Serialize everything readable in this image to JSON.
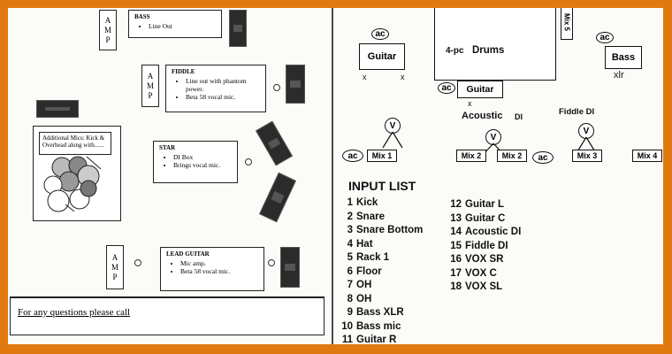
{
  "stage_plot": {
    "amp_letters": [
      "A",
      "M",
      "P"
    ],
    "bass": {
      "title": "BASS",
      "items": [
        "Line Out"
      ]
    },
    "fiddle": {
      "title": "FIDDLE",
      "items": [
        "Line out with phantom power.",
        "Beta 58 vocal mic."
      ]
    },
    "star": {
      "title": "STAR",
      "items": [
        "DI Box",
        "Brings vocal mic."
      ]
    },
    "lead_guitar": {
      "title": "LEAD GUITAR",
      "items": [
        "Mic amp.",
        "Beta 58 vocal mic."
      ]
    },
    "drums_note": "Additional Mics: Kick & Overhead along with......",
    "footer": "For any questions please call"
  },
  "input_plot": {
    "mix5": "Mix 5",
    "ac": "ac",
    "guitar_left": "Guitar",
    "drums": {
      "size": "4-pc",
      "label": "Drums"
    },
    "bass": "Bass",
    "xlr": "xlr",
    "x_mark": "x",
    "guitar_center": "Guitar",
    "acoustic_di": "Acoustic",
    "di": "DI",
    "fiddle_di": "Fiddle DI",
    "v": "V",
    "mixes": [
      "Mix 1",
      "Mix 2",
      "Mix 2",
      "Mix 3",
      "Mix 4"
    ]
  },
  "input_list": {
    "title": "INPUT LIST",
    "left": [
      {
        "n": "1",
        "name": "Kick"
      },
      {
        "n": "2",
        "name": "Snare"
      },
      {
        "n": "3",
        "name": "Snare Bottom"
      },
      {
        "n": "4",
        "name": "Hat"
      },
      {
        "n": "5",
        "name": "Rack 1"
      },
      {
        "n": "6",
        "name": "Floor"
      },
      {
        "n": "7",
        "name": "OH"
      },
      {
        "n": "8",
        "name": "OH"
      },
      {
        "n": "9",
        "name": "Bass XLR"
      },
      {
        "n": "10",
        "name": "Bass mic"
      },
      {
        "n": "11",
        "name": "Guitar R"
      }
    ],
    "right": [
      {
        "n": "12",
        "name": "Guitar L"
      },
      {
        "n": "13",
        "name": "Guitar C"
      },
      {
        "n": "14",
        "name": "Acoustic DI"
      },
      {
        "n": "15",
        "name": "Fiddle DI"
      },
      {
        "n": "16",
        "name": "VOX SR"
      },
      {
        "n": "17",
        "name": "VOX C"
      },
      {
        "n": "18",
        "name": "VOX SL"
      }
    ]
  }
}
